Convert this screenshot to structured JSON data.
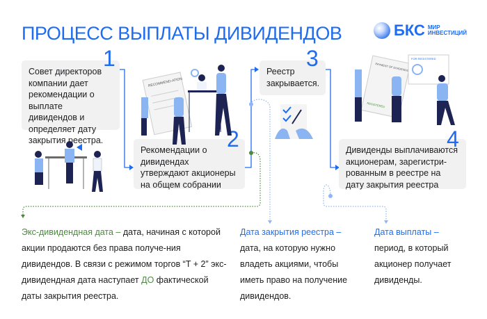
{
  "title": "ПРОЦЕСС ВЫПЛАТЫ ДИВИДЕНДОВ",
  "logo": {
    "brand": "БКС",
    "sub1": "МИР",
    "sub2": "ИНВЕСТИЦИЙ"
  },
  "steps": [
    {
      "num": "1",
      "text": "Совет директоров компании дает рекомендации о выплате дивидендов и определяет дату закрытия реестра."
    },
    {
      "num": "2",
      "text": "Рекомендации о дивидендах утверждают акционеры на общем собрании"
    },
    {
      "num": "3",
      "text": "Реестр закрывается."
    },
    {
      "num": "4",
      "text": "Дивиденды выплачиваются акционерам, зарегистри-рованным в реестре на дату закрытия реестра"
    }
  ],
  "illustration_labels": {
    "recommendation": "RECOMMEND-ATION",
    "payment": "PAYMENT OF DIVIDENDS",
    "registered": "REGISTERED",
    "for_registered": "FOR REGISTERED"
  },
  "definitions": [
    {
      "term": "Экс-дивидендная дата –",
      "text": " дата, начиная с которой акции продаются без права получе-ния дивидендов. В связи с режимом торгов “T + 2” экс-дивидендная дата наступает ",
      "highlight": "ДО",
      "text2": " фактической даты закрытия реестра."
    },
    {
      "term": "Дата закрытия реестра –",
      "text": " дата, на которую нужно владеть акциями, чтобы иметь право на получение дивидендов."
    },
    {
      "term": "Дата выплаты –",
      "text": " период, в который акционер получает дивиденды."
    }
  ],
  "colors": {
    "accent": "#1f6cf0",
    "green": "#4b8a3c",
    "box": "#f1f1f2"
  }
}
